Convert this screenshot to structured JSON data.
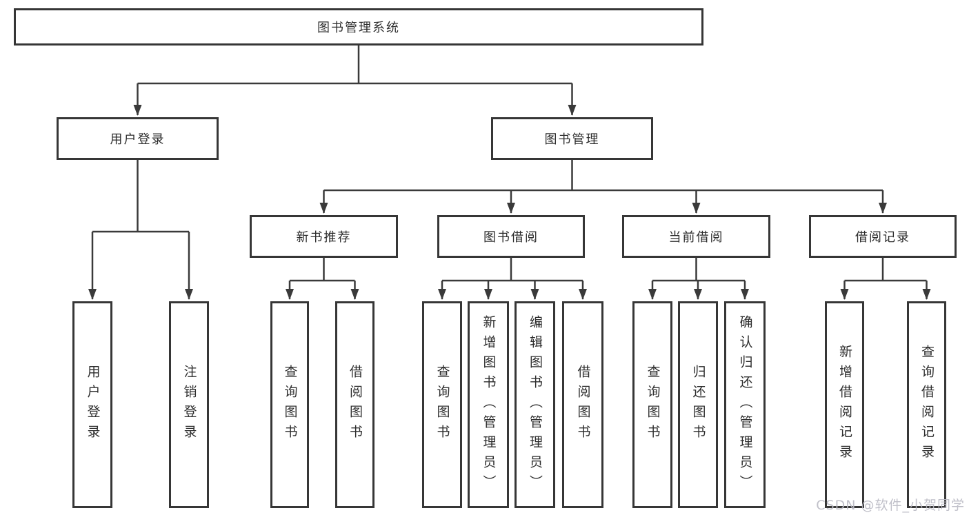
{
  "diagram": {
    "type": "hierarchy",
    "colors": {
      "background": "#ffffff",
      "line": "#3a3a3a",
      "box_border": "#363636",
      "text": "#2d2d2d",
      "watermark": "#b9b9c3"
    }
  },
  "tree": {
    "root": {
      "label": "图书管理系统",
      "children": [
        {
          "label": "用户登录",
          "children": [
            {
              "label": "用户登录"
            },
            {
              "label": "注销登录"
            }
          ]
        },
        {
          "label": "图书管理",
          "children": [
            {
              "label": "新书推荐",
              "children": [
                {
                  "label": "查询图书"
                },
                {
                  "label": "借阅图书"
                }
              ]
            },
            {
              "label": "图书借阅",
              "children": [
                {
                  "label": "查询图书"
                },
                {
                  "label": "新增图书（管理员）"
                },
                {
                  "label": "编辑图书（管理员）"
                },
                {
                  "label": "借阅图书"
                }
              ]
            },
            {
              "label": "当前借阅",
              "children": [
                {
                  "label": "查询图书"
                },
                {
                  "label": "归还图书"
                },
                {
                  "label": "确认归还（管理员）"
                }
              ]
            },
            {
              "label": "借阅记录",
              "children": [
                {
                  "label": "新增借阅记录"
                },
                {
                  "label": "查询借阅记录"
                }
              ]
            }
          ]
        }
      ]
    }
  },
  "watermark": {
    "text": "CSDN @软件_小贺同学"
  }
}
